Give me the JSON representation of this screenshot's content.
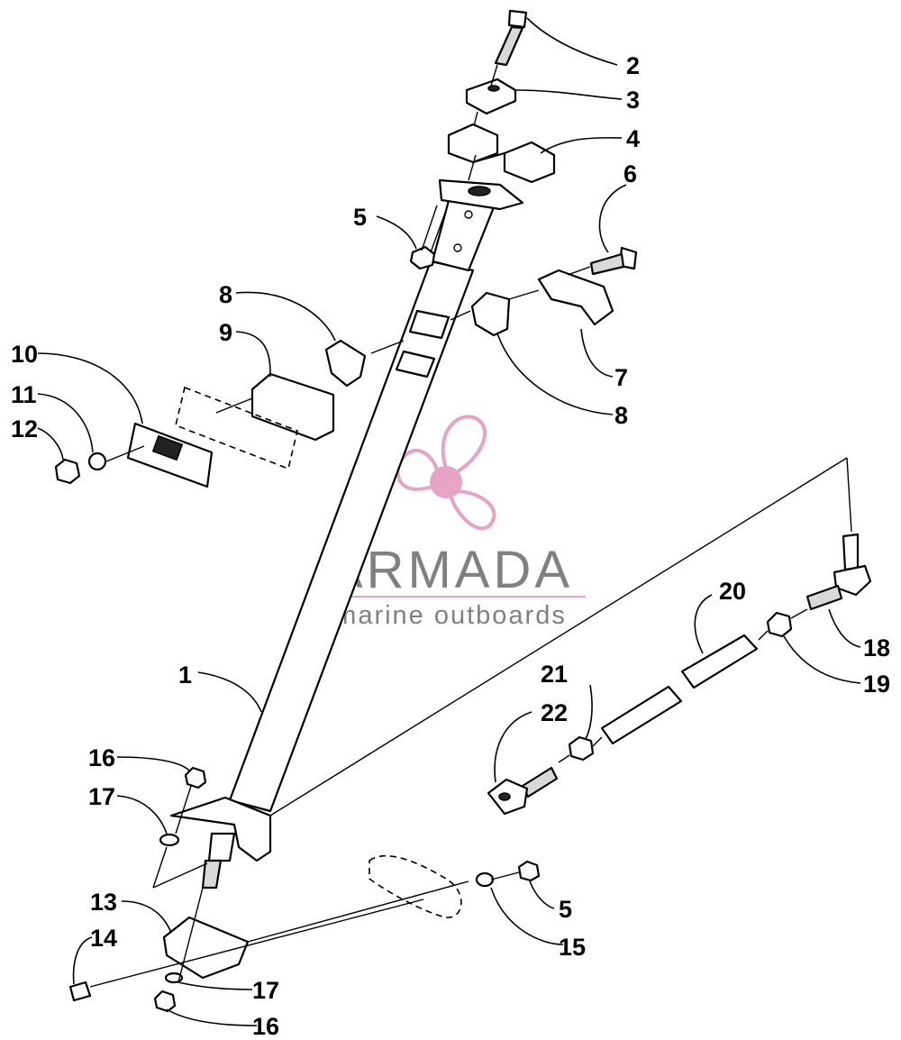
{
  "watermark": {
    "brand": "ARMADA",
    "tagline": "marine outboards",
    "accent_color": "#e6a3c3",
    "text_color": "#808080"
  },
  "callouts": {
    "c1": "1",
    "c2": "2",
    "c3": "3",
    "c4": "4",
    "c5_top": "5",
    "c6": "6",
    "c7": "7",
    "c8_left": "8",
    "c8_right": "8",
    "c9": "9",
    "c10": "10",
    "c11": "11",
    "c12": "12",
    "c13": "13",
    "c14": "14",
    "c15": "15",
    "c16_top": "16",
    "c16_bottom": "16",
    "c17_top": "17",
    "c17_bottom": "17",
    "c18": "18",
    "c19": "19",
    "c20": "20",
    "c21": "21",
    "c22": "22",
    "c5_bottom": "5"
  }
}
